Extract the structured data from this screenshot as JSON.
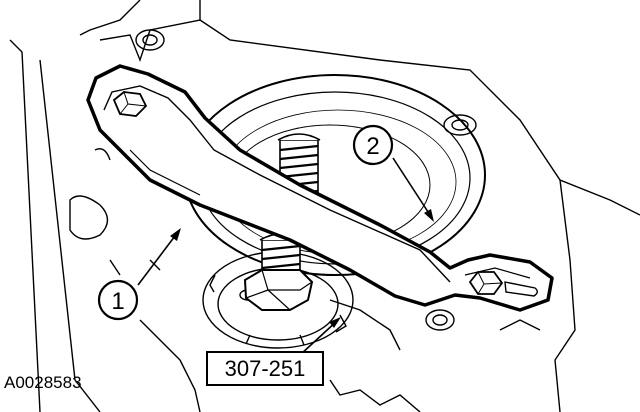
{
  "figure": {
    "callouts": [
      {
        "id": "callout-1",
        "label": "1"
      },
      {
        "id": "callout-2",
        "label": "2"
      }
    ],
    "tool_number": "307-251",
    "figure_id": "A0028583"
  }
}
